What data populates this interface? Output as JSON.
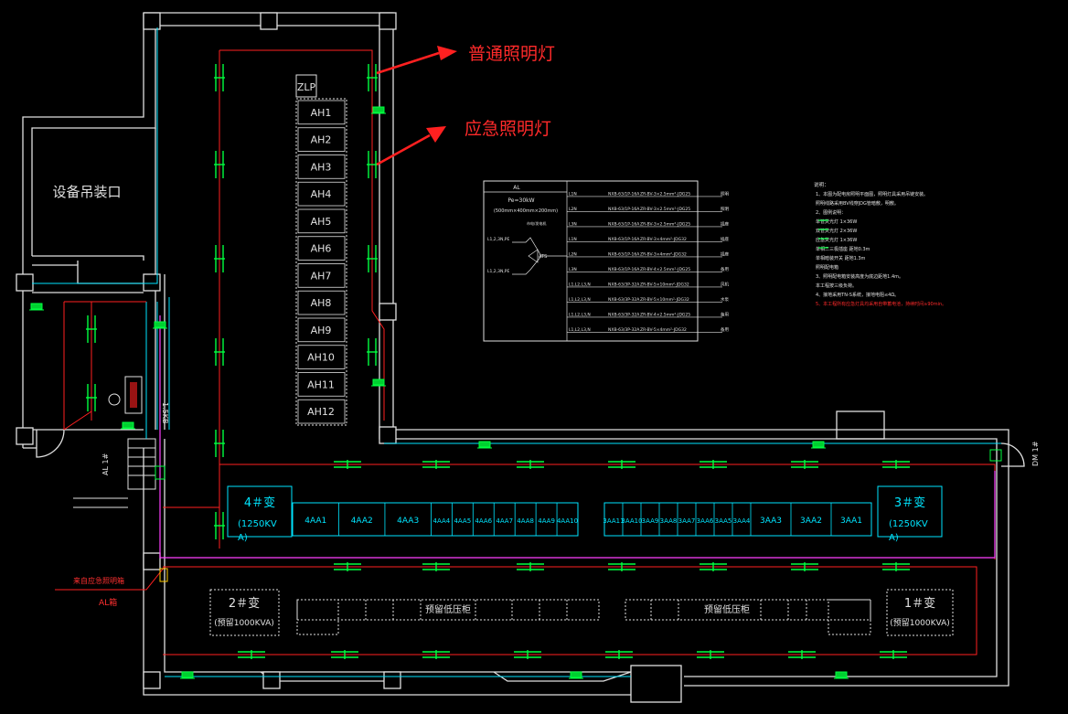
{
  "annotations": {
    "normal_light": "普通照明灯",
    "emergency_light": "应急照明灯"
  },
  "rooms": {
    "hoist_opening": "设备吊装口"
  },
  "panel": {
    "title": "ZLP",
    "cells": [
      "AH1",
      "AH2",
      "AH3",
      "AH4",
      "AH5",
      "AH6",
      "AH7",
      "AH8",
      "AH9",
      "AH10",
      "AH11",
      "AH12"
    ]
  },
  "left_switchgear": [
    "4AA1",
    "4AA2",
    "4AA3",
    "4AA4",
    "4AA5",
    "4AA6",
    "4AA7",
    "4AA8",
    "4AA9",
    "4AA10"
  ],
  "right_switchgear": [
    "3AA11",
    "3AA10",
    "3AA9",
    "3AA8",
    "3AA7",
    "3AA6",
    "3AA5",
    "3AA4",
    "3AA3",
    "3AA2",
    "3AA1"
  ],
  "transformers": {
    "t4": {
      "name": "4＃变",
      "rating": "(1250KV",
      "rating2": "A)"
    },
    "t3": {
      "name": "3＃变",
      "rating": "(1250KV",
      "rating2": "A)"
    },
    "t2": {
      "name": "2＃变",
      "rating": "(预留1000KVA)"
    },
    "t1": {
      "name": "1＃变",
      "rating": "(预留1000KVA)"
    }
  },
  "reserved_cabinets": {
    "left": "预留低压柜",
    "right": "预留低压柜"
  },
  "riser_labels": {
    "al_riser": "AL箱",
    "emergency_feed": "来自应急照明箱",
    "vert_a": "1.5KB",
    "vert_b": "AL 1#",
    "vert_c": "DM 1#"
  },
  "schedule": {
    "title": "AL",
    "pe": "Pe=30kW",
    "dims": "(500mm×400mm×200mm)",
    "inputs": [
      "L1,2,3N,PE",
      "L1,2,3N,PE"
    ],
    "ats": "ATS",
    "note_in": "市电/发电机",
    "rows": [
      {
        "phase": "L1N",
        "breaker": "NXB-63/1P-16A",
        "cable": "ZR-BV-3×2.5mm²-JDG25",
        "use": "照明"
      },
      {
        "phase": "L2N",
        "breaker": "NXB-63/1P-16A",
        "cable": "ZR-BV-3×2.5mm²-JDG25",
        "use": "照明"
      },
      {
        "phase": "L3N",
        "breaker": "NXB-63/1P-16A",
        "cable": "ZR-BV-3×2.5mm²-JDG25",
        "use": "插座"
      },
      {
        "phase": "L1N",
        "breaker": "NXB-63/1P-16A",
        "cable": "ZR-BV-3×4mm²-JDG32",
        "use": "插座"
      },
      {
        "phase": "L2N",
        "breaker": "NXB-63/1P-16A",
        "cable": "ZR-BV-3×4mm²-JDG32",
        "use": "插座"
      },
      {
        "phase": "L3N",
        "breaker": "NXB-63/1P-16A",
        "cable": "ZR-BV-4×2.5mm²-JDG25",
        "use": "备用"
      },
      {
        "phase": "L1,L2,L3,N",
        "breaker": "NXB-63/3P-32A",
        "cable": "ZR-BV-5×10mm²-JDG32",
        "use": "风机"
      },
      {
        "phase": "L1,L2,L3,N",
        "breaker": "NXB-63/3P-32A",
        "cable": "ZR-BV-5×10mm²-JDG32",
        "use": "水泵"
      },
      {
        "phase": "L1,L2,L3,N",
        "breaker": "NXB-63/3P-32A",
        "cable": "ZR-BV-4×2.5mm²-JDG25",
        "use": "备用"
      },
      {
        "phase": "L1,L2,L3,N",
        "breaker": "NXB-63/3P-32A",
        "cable": "ZR-BV-5×4mm²-JDG32",
        "use": "备用"
      }
    ]
  },
  "notes": {
    "heading": "说明：",
    "lines": [
      "1、本图为配电房照明平面图，照明灯具采用吊链安装。",
      "  照明线路采用BV线穿JDG管暗敷，明敷。",
      "2、图例说明：",
      "  单管荧光灯 1×36W",
      "  双管荧光灯 2×36W",
      "  应急荧光灯 1×36W",
      "  单相二三极插座 距地0.3m",
      "  单相暗装开关 距地1.3m",
      "  照明配电箱",
      "3、照明配电箱安装高度为底边距地1.4m。",
      "  本工程按三级负荷。",
      "4、接地采用TN-S系统，接地电阻≤4Ω。",
      "5、本工程所有应急灯具均采用自带蓄电池，持续时间≥90min。"
    ]
  },
  "colors": {
    "wall": "#e8e8e8",
    "cyan": "#00ffff",
    "red": "#ff2020",
    "green": "#00ff40",
    "magenta": "#ff40ff",
    "annotation": "#ff2a2a"
  }
}
